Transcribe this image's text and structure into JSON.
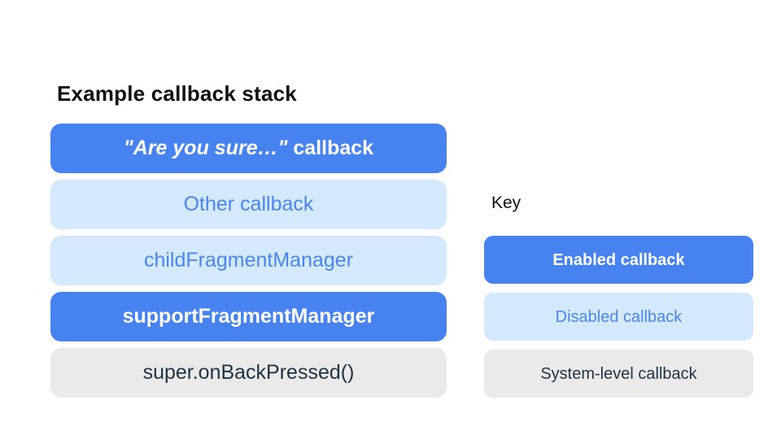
{
  "colors": {
    "page_bg": "#FFFFFF",
    "enabled_bg": "#4682F0",
    "enabled_text": "#FFFFFF",
    "disabled_bg": "#D4E9FB",
    "disabled_text": "#4A86F0",
    "system_bg": "#EAEAEA",
    "system_text": "#1E3443",
    "heading_text": "#111111"
  },
  "stack": {
    "title": "Example callback stack",
    "items": [
      {
        "quoted": "\"Are you sure…\"",
        "rest": " callback",
        "type": "enabled"
      },
      {
        "label": "Other callback",
        "type": "disabled"
      },
      {
        "label": "childFragmentManager",
        "type": "disabled"
      },
      {
        "label": "supportFragmentManager",
        "type": "enabled"
      },
      {
        "label": "super.onBackPressed()",
        "type": "system"
      }
    ]
  },
  "key": {
    "title": "Key",
    "items": [
      {
        "label": "Enabled callback",
        "type": "enabled"
      },
      {
        "label": "Disabled callback",
        "type": "disabled"
      },
      {
        "label": "System-level callback",
        "type": "system"
      }
    ]
  }
}
